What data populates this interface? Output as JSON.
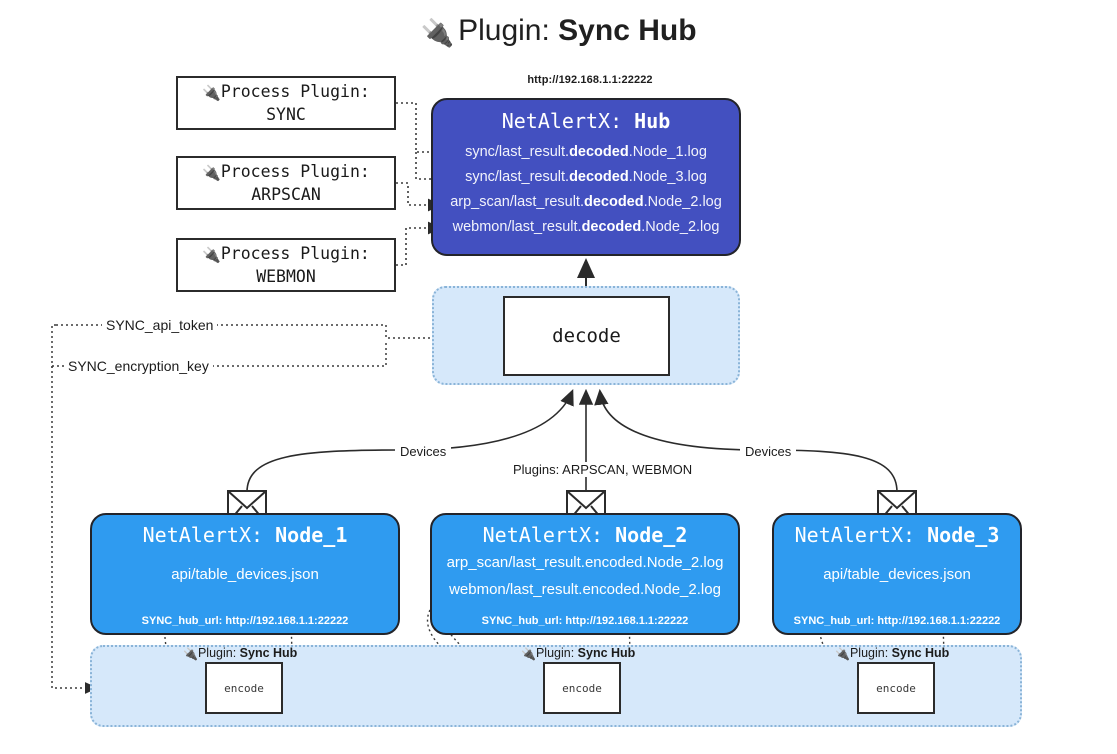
{
  "title": {
    "icon": "plug-icon",
    "prefix": "Plugin:",
    "name": "Sync Hub"
  },
  "process_plugins": [
    {
      "icon": "plug-icon",
      "line1": "Process Plugin:",
      "line2": "SYNC"
    },
    {
      "icon": "plug-icon",
      "line1": "Process Plugin:",
      "line2": "ARPSCAN"
    },
    {
      "icon": "plug-icon",
      "line1": "Process Plugin:",
      "line2": "WEBMON"
    }
  ],
  "hub": {
    "url": "http://192.168.1.1:22222",
    "title_prefix": "NetAlertX:",
    "title_name": "Hub",
    "logs": [
      {
        "pre": "sync/last_result.",
        "em": "decoded",
        "post": ".Node_1.log"
      },
      {
        "pre": "sync/last_result.",
        "em": "decoded",
        "post": ".Node_3.log"
      },
      {
        "pre": "arp_scan/last_result.",
        "em": "decoded",
        "post": ".Node_2.log"
      },
      {
        "pre": "webmon/last_result.",
        "em": "decoded",
        "post": ".Node_2.log"
      }
    ]
  },
  "decode": {
    "label": "decode"
  },
  "tokens": {
    "api_token": "SYNC_api_token",
    "encryption_key": "SYNC_encryption_key"
  },
  "edge_labels": {
    "devices_left": "Devices",
    "plugins_center": "Plugins: ARPSCAN, WEBMON",
    "devices_right": "Devices"
  },
  "nodes": [
    {
      "icon": "envelope-icon",
      "title_prefix": "NetAlertX:",
      "title_name": "Node_1",
      "lines": [
        "api/table_devices.json"
      ],
      "hub_url": "SYNC_hub_url: http://192.168.1.1:22222"
    },
    {
      "icon": "envelope-icon",
      "title_prefix": "NetAlertX:",
      "title_name": "Node_2",
      "lines": [
        "arp_scan/last_result.encoded.Node_2.log",
        "webmon/last_result.encoded.Node_2.log"
      ],
      "hub_url": "SYNC_hub_url: http://192.168.1.1:22222"
    },
    {
      "icon": "envelope-icon",
      "title_prefix": "NetAlertX:",
      "title_name": "Node_3",
      "lines": [
        "api/table_devices.json"
      ],
      "hub_url": "SYNC_hub_url: http://192.168.1.1:22222"
    }
  ],
  "encoders": [
    {
      "tag_prefix": "Plugin:",
      "tag_name": "Sync Hub",
      "label": "encode"
    },
    {
      "tag_prefix": "Plugin:",
      "tag_name": "Sync Hub",
      "label": "encode"
    },
    {
      "tag_prefix": "Plugin:",
      "tag_name": "Sync Hub",
      "label": "encode"
    }
  ],
  "colors": {
    "hub_fill": "#4350c0",
    "node_fill": "#2f9bf0",
    "container_fill": "#d6e8fa",
    "container_border": "#8ab4d8",
    "stroke": "#23242a",
    "background": "#ffffff"
  }
}
